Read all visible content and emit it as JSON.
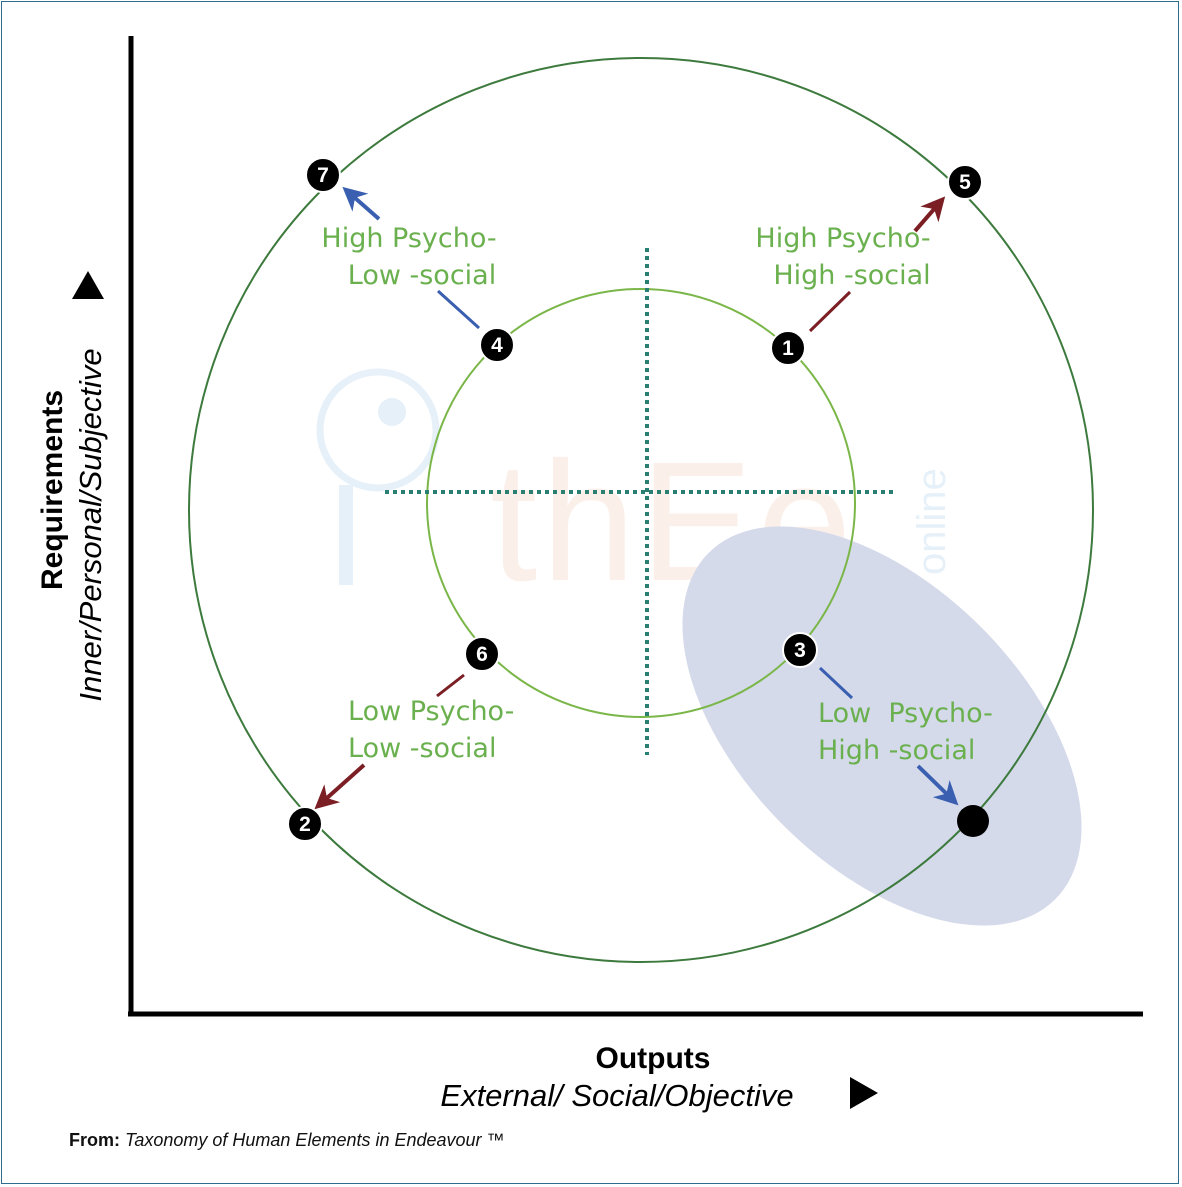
{
  "axes": {
    "x_title": "Outputs",
    "x_subtitle": "External/ Social/Objective",
    "y_title": "Requirements",
    "y_subtitle": "Inner/Personal/Subjective"
  },
  "quadrants": {
    "high_psycho_low_social": {
      "line1": "High Psycho-",
      "line2": "Low -social"
    },
    "high_psycho_high_social": {
      "line1": "High Psycho-",
      "line2": "High -social"
    },
    "low_psycho_low_social": {
      "line1": "Low Psycho-",
      "line2": "Low -social"
    },
    "low_psycho_high_social": {
      "line1": "Low  Psycho-",
      "line2": "High -social"
    }
  },
  "nodes": {
    "n1": "1",
    "n2": "2",
    "n3": "3",
    "n4": "4",
    "n5": "5",
    "n6": "6",
    "n7": "7"
  },
  "watermark": {
    "main": "thEe",
    "sub": "online"
  },
  "source": {
    "prefix": "From:",
    "title": "Taxonomy of Human Elements in Endeavour ™"
  },
  "colors": {
    "outer_circle": "#3d7a3d",
    "inner_circle": "#7ab648",
    "quadrant_text": "#6bb04f",
    "dotted_cross": "#2a7f73",
    "arrow_blue": "#3a5fb0",
    "arrow_red": "#7b1f24",
    "highlight_ellipse": "#d5daeb",
    "node_fill": "#000000",
    "border": "#2f6d8f"
  }
}
